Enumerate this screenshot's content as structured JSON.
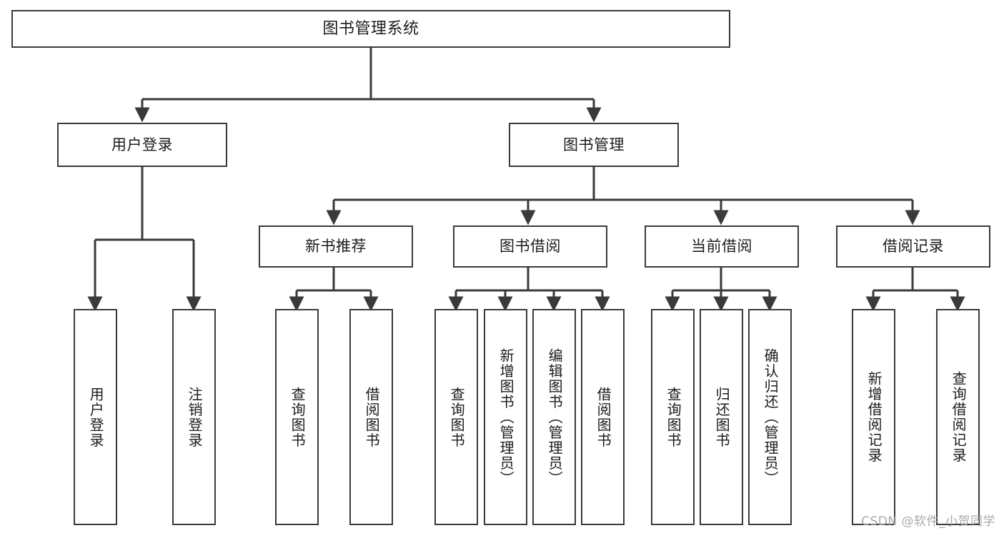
{
  "diagram": {
    "title": "图书管理系统",
    "type": "tree-hierarchy-chart",
    "watermark": "CSDN @软件_小贺同学",
    "colors": {
      "node_border": "#3a3a3a",
      "node_fill": "#ffffff",
      "edge": "#3a3a3a",
      "text": "#1c1c1c",
      "watermark": "#a9a9a9",
      "background": "#ffffff"
    },
    "nodes": {
      "root": {
        "id": "root",
        "label": "图书管理系统",
        "level": 0
      },
      "level1": [
        {
          "id": "user-login",
          "label": "用户登录",
          "level": 1
        },
        {
          "id": "book-management",
          "label": "图书管理",
          "level": 1
        }
      ],
      "level2": [
        {
          "id": "new-book-recommend",
          "label": "新书推荐",
          "level": 2,
          "parent": "book-management"
        },
        {
          "id": "book-borrow",
          "label": "图书借阅",
          "level": 2,
          "parent": "book-management"
        },
        {
          "id": "current-borrow",
          "label": "当前借阅",
          "level": 2,
          "parent": "book-management"
        },
        {
          "id": "borrow-record",
          "label": "借阅记录",
          "level": 2,
          "parent": "book-management"
        }
      ],
      "leaves": [
        {
          "id": "leaf-user-login",
          "label": "用户登录",
          "parent": "user-login"
        },
        {
          "id": "leaf-logout-login",
          "label": "注销登录",
          "parent": "user-login"
        },
        {
          "id": "leaf-query-book-1",
          "label": "查询图书",
          "parent": "new-book-recommend"
        },
        {
          "id": "leaf-borrow-book-1",
          "label": "借阅图书",
          "parent": "new-book-recommend"
        },
        {
          "id": "leaf-query-book-2",
          "label": "查询图书",
          "parent": "book-borrow"
        },
        {
          "id": "leaf-add-book",
          "label": "新增图书（管理员）",
          "parent": "book-borrow"
        },
        {
          "id": "leaf-edit-book",
          "label": "编辑图书（管理员）",
          "parent": "book-borrow"
        },
        {
          "id": "leaf-borrow-book-2",
          "label": "借阅图书",
          "parent": "book-borrow"
        },
        {
          "id": "leaf-query-book-3",
          "label": "查询图书",
          "parent": "current-borrow"
        },
        {
          "id": "leaf-return-book",
          "label": "归还图书",
          "parent": "current-borrow"
        },
        {
          "id": "leaf-confirm-return",
          "label": "确认归还（管理员）",
          "parent": "current-borrow"
        },
        {
          "id": "leaf-add-record",
          "label": "新增借阅记录",
          "parent": "borrow-record"
        },
        {
          "id": "leaf-query-record",
          "label": "查询借阅记录",
          "parent": "borrow-record"
        }
      ]
    }
  }
}
